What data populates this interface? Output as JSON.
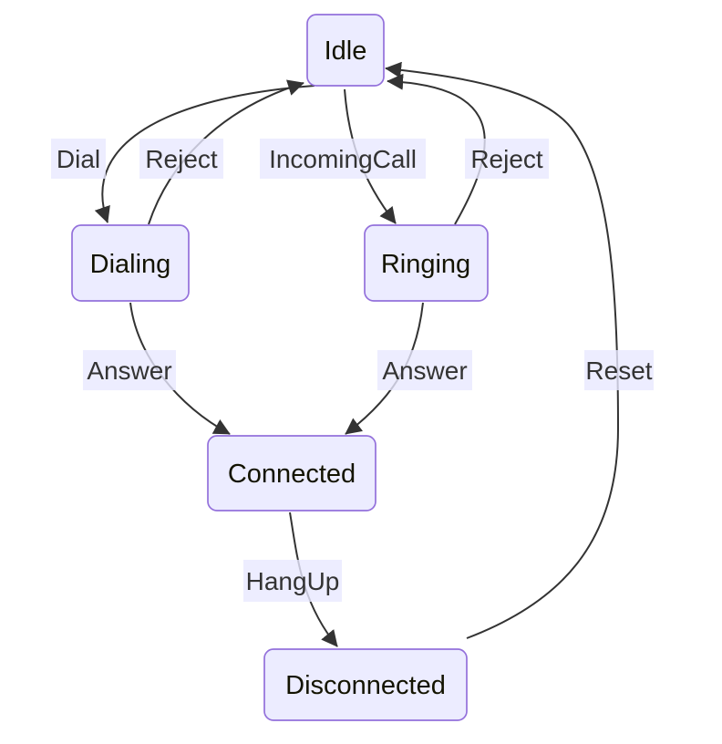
{
  "diagram": {
    "type": "state-machine",
    "nodes": [
      {
        "id": "idle",
        "label": "Idle"
      },
      {
        "id": "dialing",
        "label": "Dialing"
      },
      {
        "id": "ringing",
        "label": "Ringing"
      },
      {
        "id": "connected",
        "label": "Connected"
      },
      {
        "id": "disconnected",
        "label": "Disconnected"
      }
    ],
    "edges": [
      {
        "from": "Idle",
        "to": "Dialing",
        "label": "Dial"
      },
      {
        "from": "Dialing",
        "to": "Idle",
        "label": "Reject"
      },
      {
        "from": "Idle",
        "to": "Ringing",
        "label": "IncomingCall"
      },
      {
        "from": "Ringing",
        "to": "Idle",
        "label": "Reject"
      },
      {
        "from": "Dialing",
        "to": "Connected",
        "label": "Answer"
      },
      {
        "from": "Ringing",
        "to": "Connected",
        "label": "Answer"
      },
      {
        "from": "Connected",
        "to": "Disconnected",
        "label": "HangUp"
      },
      {
        "from": "Disconnected",
        "to": "Idle",
        "label": "Reset"
      }
    ],
    "colors": {
      "node_fill": "#ECECFF",
      "node_border": "#9370DB",
      "edge_stroke": "#333333",
      "edge_label_bg": "#E8E8FF",
      "edge_label_text": "#333333",
      "node_text": "#131300",
      "background": "#FFFFFF"
    }
  }
}
